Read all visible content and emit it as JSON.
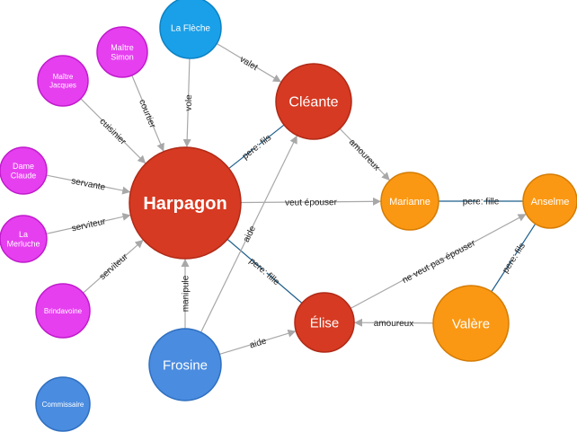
{
  "colors": {
    "red": "#d63a22",
    "red_stroke": "#b02a17",
    "orange": "#fb9813",
    "orange_stroke": "#d47c05",
    "magenta": "#e63ff0",
    "magenta_stroke": "#c01ccc",
    "blue": "#4a8ce0",
    "blue_stroke": "#2f6fc0",
    "lightblue": "#1aa0e8",
    "lightblue_stroke": "#0c82c4",
    "edge_gray": "#a8a8a8",
    "edge_blue": "#1f5f8b"
  },
  "nodes": [
    {
      "id": "harpagon",
      "lines": [
        "Harpagon"
      ],
      "color": "red"
    },
    {
      "id": "cleante",
      "lines": [
        "Cléante"
      ],
      "color": "red"
    },
    {
      "id": "elise",
      "lines": [
        "Élise"
      ],
      "color": "red"
    },
    {
      "id": "mariane",
      "lines": [
        "Marianne"
      ],
      "color": "orange"
    },
    {
      "id": "anselme",
      "lines": [
        "Anselme"
      ],
      "color": "orange"
    },
    {
      "id": "valere",
      "lines": [
        "Valère"
      ],
      "color": "orange"
    },
    {
      "id": "frosine",
      "lines": [
        "Frosine"
      ],
      "color": "blue"
    },
    {
      "id": "commissaire",
      "lines": [
        "Commissaire"
      ],
      "color": "blue"
    },
    {
      "id": "lafleche",
      "lines": [
        "La Flèche"
      ],
      "color": "lightblue"
    },
    {
      "id": "maitresimon",
      "lines": [
        "Maître",
        "Simon"
      ],
      "color": "magenta"
    },
    {
      "id": "maitrejacques",
      "lines": [
        "Maître",
        "Jacques"
      ],
      "color": "magenta"
    },
    {
      "id": "dameclaude",
      "lines": [
        "Dame",
        "Claude"
      ],
      "color": "magenta"
    },
    {
      "id": "lamerluche",
      "lines": [
        "La",
        "Merluche"
      ],
      "color": "magenta"
    },
    {
      "id": "brindavoine",
      "lines": [
        "Brindavoine"
      ],
      "color": "magenta"
    }
  ],
  "edges": [
    {
      "id": "lafleche-harpagon",
      "source": "lafleche",
      "target": "harpagon",
      "label": "vole",
      "style": "arrow"
    },
    {
      "id": "lafleche-cleante",
      "source": "lafleche",
      "target": "cleante",
      "label": "valet",
      "style": "arrow"
    },
    {
      "id": "maitresimon-harpagon",
      "source": "maitresimon",
      "target": "harpagon",
      "label": "courtier",
      "style": "arrow"
    },
    {
      "id": "maitrejacques-harpagon",
      "source": "maitrejacques",
      "target": "harpagon",
      "label": "cuisinier",
      "style": "arrow"
    },
    {
      "id": "dameclaude-harpagon",
      "source": "dameclaude",
      "target": "harpagon",
      "label": "servante",
      "style": "arrow"
    },
    {
      "id": "lamerluche-harpagon",
      "source": "lamerluche",
      "target": "harpagon",
      "label": "serviteur",
      "style": "arrow"
    },
    {
      "id": "brindavoine-harpagon",
      "source": "brindavoine",
      "target": "harpagon",
      "label": "serviteur",
      "style": "arrow"
    },
    {
      "id": "harpagon-cleante",
      "source": "harpagon",
      "target": "cleante",
      "label": "pere: fils",
      "style": "link"
    },
    {
      "id": "harpagon-elise",
      "source": "harpagon",
      "target": "elise",
      "label": "pere: fille",
      "style": "link"
    },
    {
      "id": "harpagon-mariane",
      "source": "harpagon",
      "target": "mariane",
      "label": "veut épouser",
      "style": "arrow"
    },
    {
      "id": "cleante-mariane",
      "source": "cleante",
      "target": "mariane",
      "label": "amoureux",
      "style": "arrow"
    },
    {
      "id": "mariane-anselme",
      "source": "mariane",
      "target": "anselme",
      "label": "pere: fille",
      "style": "link"
    },
    {
      "id": "elise-anselme",
      "source": "elise",
      "target": "anselme",
      "label": "ne veut pas épouser",
      "style": "arrow"
    },
    {
      "id": "valere-anselme",
      "source": "valere",
      "target": "anselme",
      "label": "pere: fils",
      "style": "link"
    },
    {
      "id": "valere-elise",
      "source": "valere",
      "target": "elise",
      "label": "amoureux",
      "style": "arrow"
    },
    {
      "id": "frosine-harpagon",
      "source": "frosine",
      "target": "harpagon",
      "label": "manipule",
      "style": "arrow"
    },
    {
      "id": "frosine-elise",
      "source": "frosine",
      "target": "elise",
      "label": "aide",
      "style": "arrow"
    },
    {
      "id": "frosine-cleante",
      "source": "frosine",
      "target": "cleante",
      "label": "aide",
      "style": "arrow"
    }
  ]
}
